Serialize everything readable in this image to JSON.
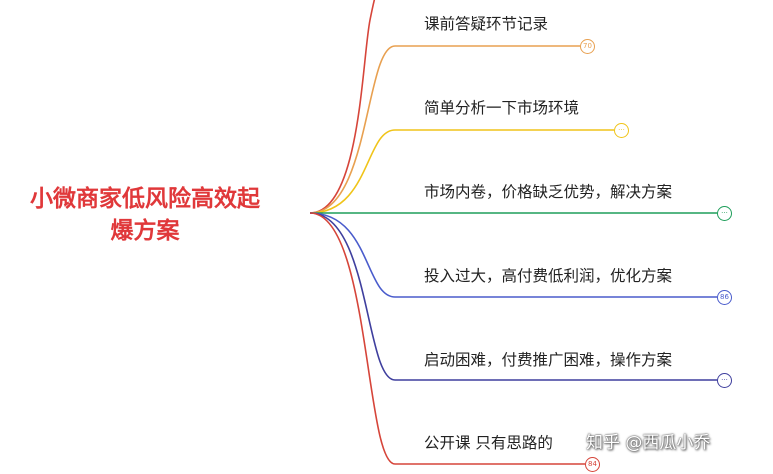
{
  "root": {
    "title_line1": "小微商家低风险高效起",
    "title_line2": "爆方案",
    "color": "#e0383a"
  },
  "branches": [
    {
      "label": "课前答疑环节记录",
      "badge": "70",
      "color": "#e8a050"
    },
    {
      "label": "简单分析一下市场环境",
      "badge": "···",
      "color": "#f0c419"
    },
    {
      "label": "市场内卷，价格缺乏优势，解决方案",
      "badge": "···",
      "color": "#1e9e5a"
    },
    {
      "label": "投入过大，高付费低利润，优化方案",
      "badge": "86",
      "color": "#4a5ccc"
    },
    {
      "label": "启动困难，付费推广困难，操作方案",
      "badge": "···",
      "color": "#3f3f9e"
    },
    {
      "label": "公开课 只有思路的",
      "badge": "84",
      "color": "#d6453a"
    }
  ],
  "top_branch_color": "#d6453a",
  "watermark": "知乎 @西瓜小乔"
}
